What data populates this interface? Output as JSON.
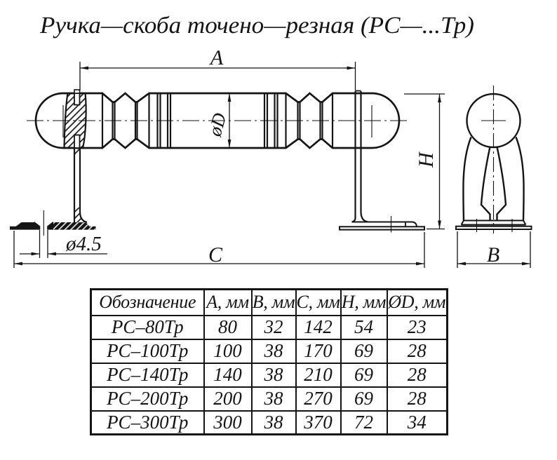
{
  "title": "Ручка—скоба точено—резная (РС—...Тр)",
  "dims": {
    "a": "A",
    "b": "B",
    "c": "C",
    "h": "H",
    "diameter": "øD",
    "hole": "ø4.5"
  },
  "table": {
    "headers": [
      "Обозначение",
      "A, мм",
      "B, мм",
      "C, мм",
      "H, мм",
      "ØD, мм"
    ],
    "rows": [
      [
        "РС–80Тр",
        "80",
        "32",
        "142",
        "54",
        "23"
      ],
      [
        "РС–100Тр",
        "100",
        "38",
        "170",
        "69",
        "28"
      ],
      [
        "РС–140Тр",
        "140",
        "38",
        "210",
        "69",
        "28"
      ],
      [
        "РС–200Тр",
        "200",
        "38",
        "270",
        "69",
        "28"
      ],
      [
        "РС–300Тр",
        "300",
        "38",
        "370",
        "72",
        "34"
      ]
    ]
  }
}
